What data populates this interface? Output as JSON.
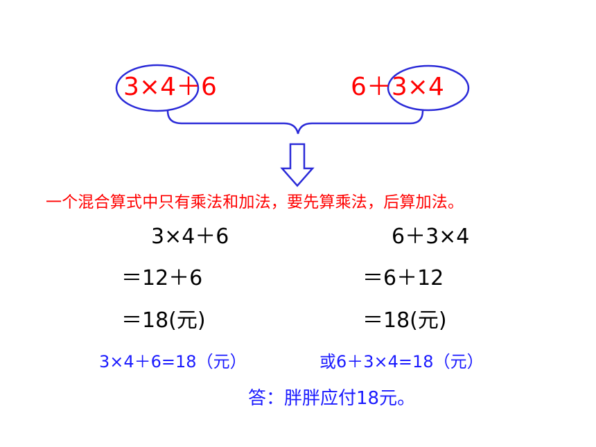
{
  "expressions": {
    "left": "3×4＋6",
    "right": "6＋3×4"
  },
  "rule_text": "一个混合算式中只有乘法和加法，要先算乘法，后算加法。",
  "calc_left": [
    "3×4＋6",
    "＝12＋6",
    "＝18(元)"
  ],
  "calc_right": [
    "6＋3×4",
    "＝6＋12",
    "＝18(元)"
  ],
  "combined": {
    "first": "3×4＋6=18（元）",
    "second": "或6＋3×4=18（元）"
  },
  "answer": "答：胖胖应付18元。",
  "colors": {
    "red": "#ff0000",
    "blue": "#1a1aff",
    "black": "#000000"
  },
  "icons": [
    "highlight-ellipse",
    "bracket",
    "down-arrow"
  ]
}
